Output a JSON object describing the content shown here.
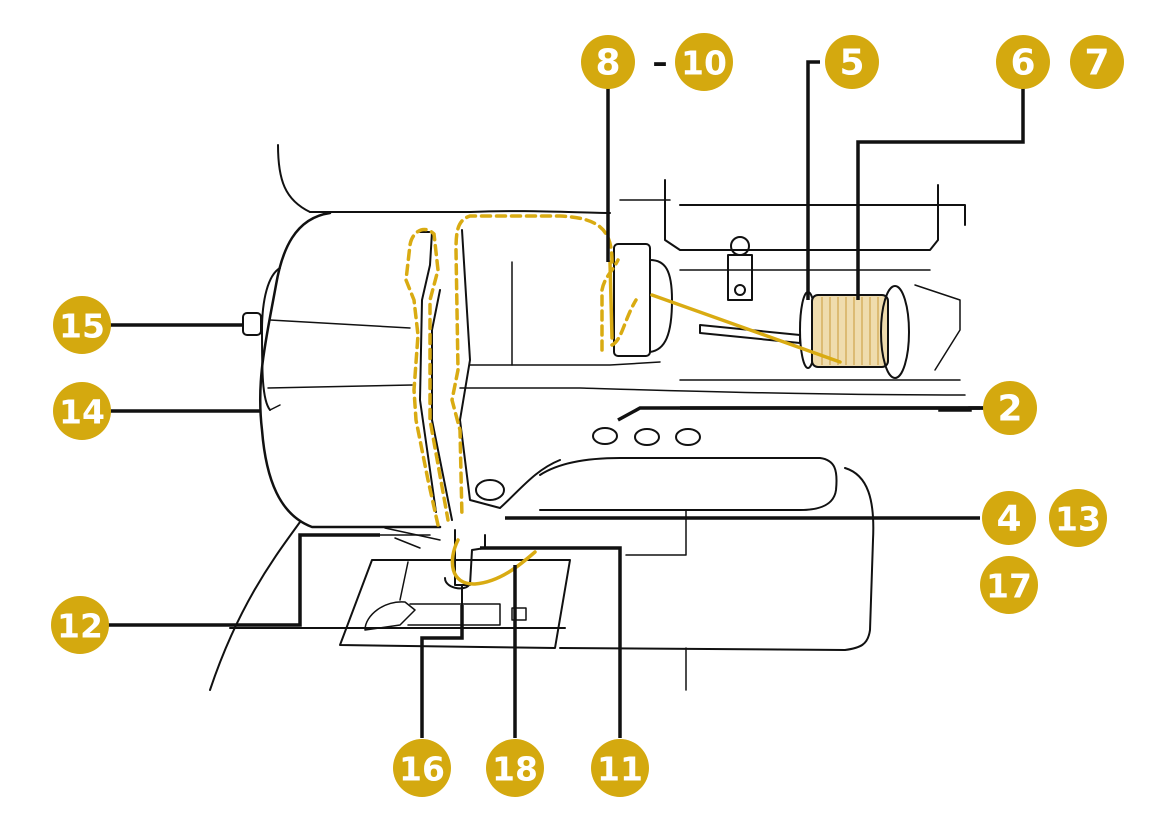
{
  "colors": {
    "badge": "#d4a90f",
    "badge_text": "#ffffff",
    "thread": "#d9ab12",
    "spool": "#efdcae",
    "ink": "#111111"
  },
  "callouts": {
    "c8": "8",
    "dash": "–",
    "c10": "10",
    "c5": "5",
    "c6": "6",
    "c7": "7",
    "c15": "15",
    "c14": "14",
    "c2": "2",
    "c4": "4",
    "c13": "13",
    "c17": "17",
    "c12": "12",
    "c16": "16",
    "c18": "18",
    "c11": "11"
  }
}
